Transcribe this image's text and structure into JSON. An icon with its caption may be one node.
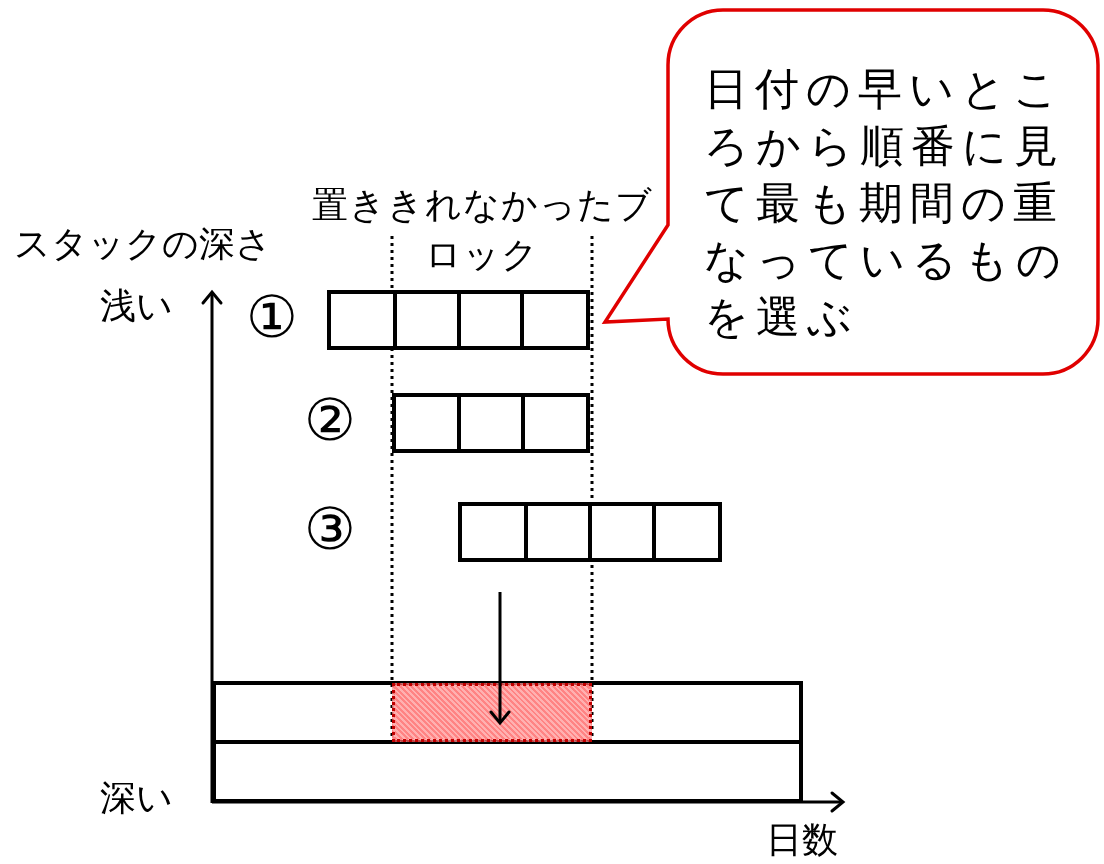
{
  "diagram": {
    "nodes": [
      {
        "text": [
          "日付の早いところから順番に見て最も期間の重なっているものを選ぶ"
        ]
      },
      {
        "text": [],
        "shape": "bar",
        "beside": [
          "①"
        ]
      },
      {
        "text": [],
        "shape": "bar",
        "beside": [
          "②"
        ]
      },
      {
        "text": [],
        "shape": "bar",
        "beside": [
          "③"
        ]
      },
      {
        "text": [],
        "shape": "box"
      }
    ],
    "edges": [
      {
        "from": 3,
        "to": 4,
        "arrow": "to"
      }
    ],
    "labels": [
      "置ききれなかったブロック",
      "スタックの深さ",
      "浅い",
      "深い",
      "日数"
    ]
  }
}
